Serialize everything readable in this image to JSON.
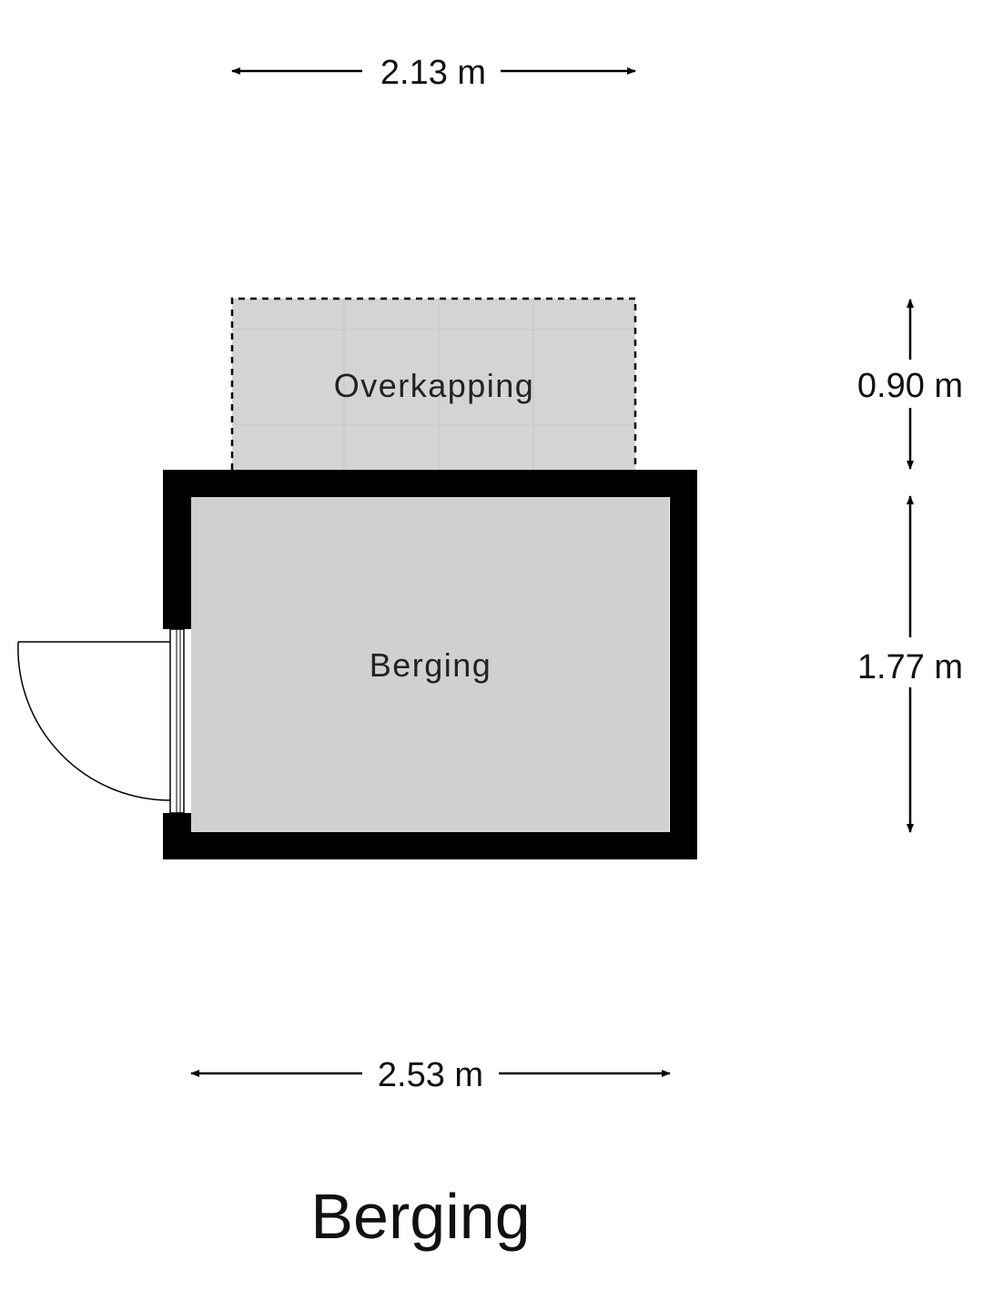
{
  "plan": {
    "title": "Berging",
    "rooms": {
      "overkapping": {
        "label": "Overkapping"
      },
      "berging": {
        "label": "Berging"
      }
    },
    "dimensions": {
      "top_width": "2.13 m",
      "bottom_width": "2.53 m",
      "overkapping_depth": "0.90 m",
      "berging_depth": "1.77 m"
    },
    "colors": {
      "wall": "#000000",
      "room_fill": "#d0d0d0",
      "overkapping_fill": "#d4d4d4",
      "background": "#ffffff"
    }
  }
}
